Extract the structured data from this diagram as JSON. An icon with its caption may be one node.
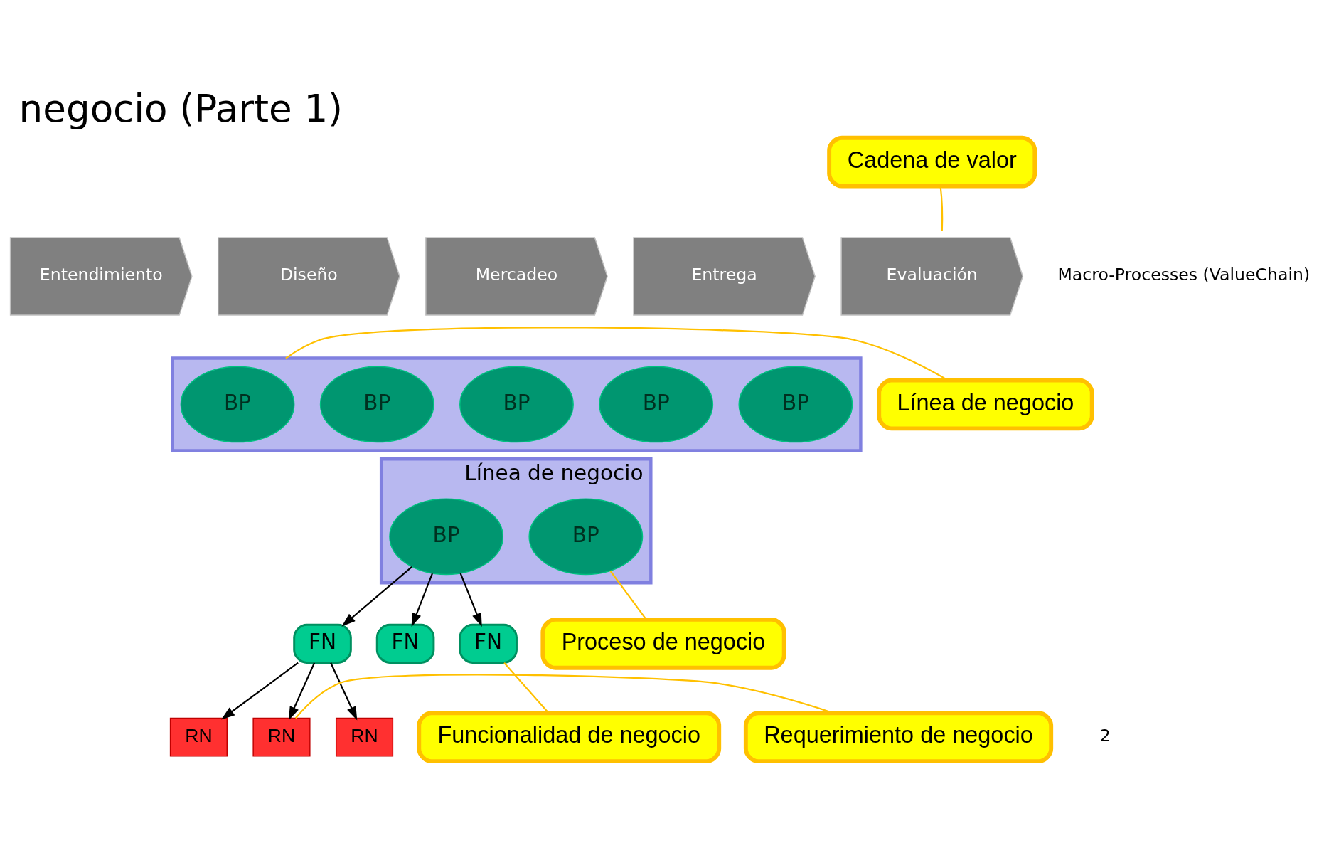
{
  "diagram": {
    "title": "negocio (Parte 1)",
    "nodes": [
      {
        "text": [
          "Entendimiento"
        ]
      },
      {
        "text": [
          "Diseño"
        ]
      },
      {
        "text": [
          "Mercadeo"
        ]
      },
      {
        "text": [
          "Entrega"
        ]
      },
      {
        "text": [
          "Evaluación"
        ]
      },
      {
        "text": [],
        "shape": "box"
      },
      {
        "text": [
          "BP"
        ],
        "in": 5
      },
      {
        "text": [
          "BP"
        ],
        "in": 5
      },
      {
        "text": [
          "BP"
        ],
        "in": 5
      },
      {
        "text": [
          "BP"
        ],
        "in": 5
      },
      {
        "text": [
          "BP"
        ],
        "in": 5
      },
      {
        "text": [],
        "shape": "box",
        "beside": [
          "Línea de negocio"
        ]
      },
      {
        "text": [
          "BP"
        ],
        "in": 11
      },
      {
        "text": [
          "BP"
        ],
        "in": 11
      },
      {
        "text": [
          "FN"
        ]
      },
      {
        "text": [
          "FN"
        ]
      },
      {
        "text": [
          "FN"
        ]
      },
      {
        "text": [
          "RN"
        ]
      },
      {
        "text": [
          "RN"
        ]
      },
      {
        "text": [
          "RN"
        ]
      },
      {
        "text": [
          "Cadena de valor"
        ]
      },
      {
        "text": [
          "Línea de negocio"
        ]
      },
      {
        "text": [
          "Requerimiento de negocio"
        ]
      },
      {
        "text": [
          "Proceso de negocio"
        ]
      },
      {
        "text": [
          "Funcionalidad de negocio"
        ]
      }
    ],
    "edges": [
      {
        "from": 12,
        "to": 14,
        "arrow": "to"
      },
      {
        "from": 12,
        "to": 15,
        "arrow": "to"
      },
      {
        "from": 12,
        "to": 16,
        "arrow": "to"
      },
      {
        "from": 14,
        "to": 17,
        "arrow": "to"
      },
      {
        "from": 14,
        "to": 18,
        "arrow": "to"
      },
      {
        "from": 14,
        "to": 19,
        "arrow": "to"
      },
      {
        "from": 20,
        "to": 4,
        "arrow": "none",
        "color": "#ffc000"
      },
      {
        "from": 21,
        "to": 5,
        "arrow": "none",
        "color": "#ffc000"
      },
      {
        "from": 22,
        "to": 17,
        "arrow": "none",
        "color": "#ffc000"
      },
      {
        "from": 23,
        "to": 13,
        "arrow": "none",
        "color": "#ffc000"
      },
      {
        "from": 24,
        "to": 16,
        "arrow": "none",
        "color": "#ffc000"
      }
    ],
    "labels": [
      "Macro-Processes (ValueChain)",
      "2"
    ]
  }
}
